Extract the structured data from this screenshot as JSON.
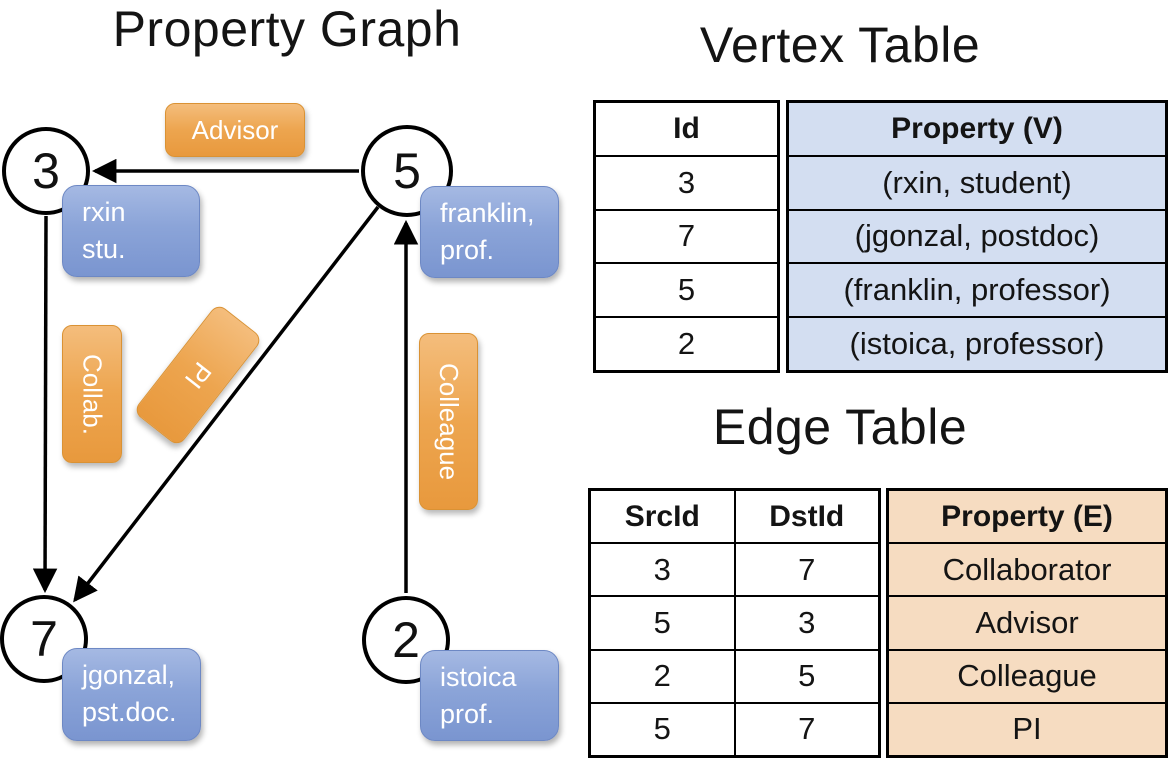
{
  "graph": {
    "title": "Property Graph",
    "vertices": [
      {
        "id": "3",
        "line1": "rxin",
        "line2": "stu."
      },
      {
        "id": "5",
        "line1": "franklin,",
        "line2": "prof."
      },
      {
        "id": "7",
        "line1": "jgonzal,",
        "line2": "pst.doc."
      },
      {
        "id": "2",
        "line1": "istoica",
        "line2": "prof."
      }
    ],
    "edges": [
      {
        "label": "Advisor",
        "src": "5",
        "dst": "3"
      },
      {
        "label": "Collab.",
        "src": "3",
        "dst": "7"
      },
      {
        "label": "PI",
        "src": "5",
        "dst": "7"
      },
      {
        "label": "Colleague",
        "src": "2",
        "dst": "5"
      }
    ]
  },
  "vertex_table": {
    "title": "Vertex Table",
    "columns": [
      "Id",
      "Property (V)"
    ],
    "rows": [
      [
        "3",
        "(rxin, student)"
      ],
      [
        "7",
        "(jgonzal, postdoc)"
      ],
      [
        "5",
        "(franklin, professor)"
      ],
      [
        "2",
        "(istoica, professor)"
      ]
    ]
  },
  "edge_table": {
    "title": "Edge Table",
    "columns": [
      "SrcId",
      "DstId",
      "Property (E)"
    ],
    "rows": [
      [
        "3",
        "7",
        "Collaborator"
      ],
      [
        "5",
        "3",
        "Advisor"
      ],
      [
        "2",
        "5",
        "Colleague"
      ],
      [
        "5",
        "7",
        "PI"
      ]
    ]
  },
  "colors": {
    "vertex_box_top": "#a5b9e3",
    "vertex_box_bottom": "#7a95d0",
    "edge_box_top": "#f4bd7c",
    "edge_box_bottom": "#e8993d",
    "vertex_cell_bg": "#d3def1",
    "edge_cell_bg": "#f6dcc1",
    "line_color": "#000000",
    "background": "#ffffff"
  }
}
